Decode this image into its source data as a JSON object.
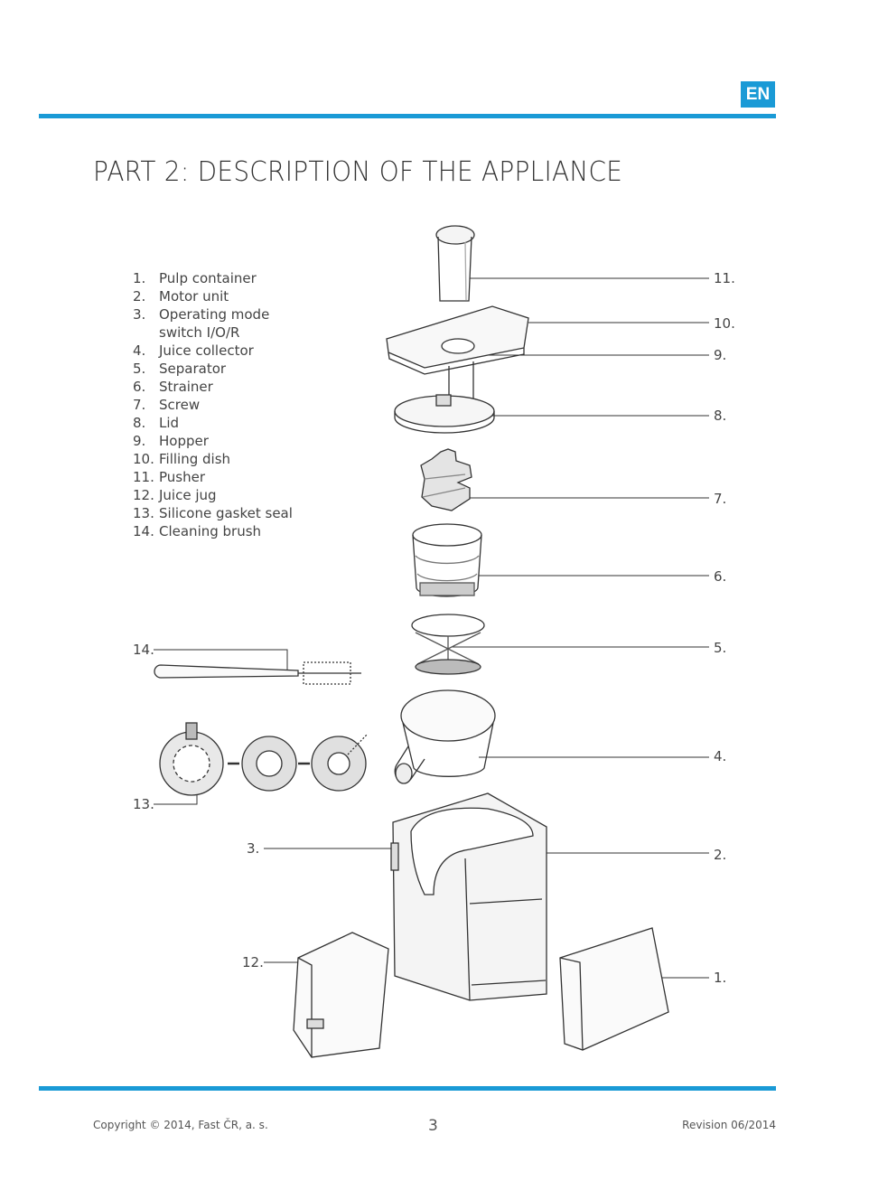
{
  "header": {
    "language_badge": "EN"
  },
  "title": "PART 2: DESCRIPTION OF THE APPLIANCE",
  "parts": [
    {
      "num": "1.",
      "label": "Pulp container"
    },
    {
      "num": "2.",
      "label": "Motor unit"
    },
    {
      "num": "3.",
      "label": "Operating mode"
    },
    {
      "num": "",
      "label": "switch I/O/R"
    },
    {
      "num": "4.",
      "label": "Juice collector"
    },
    {
      "num": "5.",
      "label": "Separator"
    },
    {
      "num": "6.",
      "label": "Strainer"
    },
    {
      "num": "7.",
      "label": "Screw"
    },
    {
      "num": "8.",
      "label": "Lid"
    },
    {
      "num": "9.",
      "label": "Hopper"
    },
    {
      "num": "10.",
      "label": "Filling dish"
    },
    {
      "num": "11.",
      "label": "Pusher"
    },
    {
      "num": "12.",
      "label": "Juice jug"
    },
    {
      "num": "13.",
      "label": "Silicone gasket seal"
    },
    {
      "num": "14.",
      "label": "Cleaning brush"
    }
  ],
  "callouts": {
    "c1": "1.",
    "c2": "2.",
    "c3": "3.",
    "c4": "4.",
    "c5": "5.",
    "c6": "6.",
    "c7": "7.",
    "c8": "8.",
    "c9": "9.",
    "c10": "10.",
    "c11": "11.",
    "c12": "12.",
    "c13": "13.",
    "c14": "14."
  },
  "footer": {
    "copyright": "Copyright © 2014, Fast ČR, a. s.",
    "page": "3",
    "revision": "Revision 06/2014"
  },
  "colors": {
    "accent": "#1a9ad6"
  }
}
